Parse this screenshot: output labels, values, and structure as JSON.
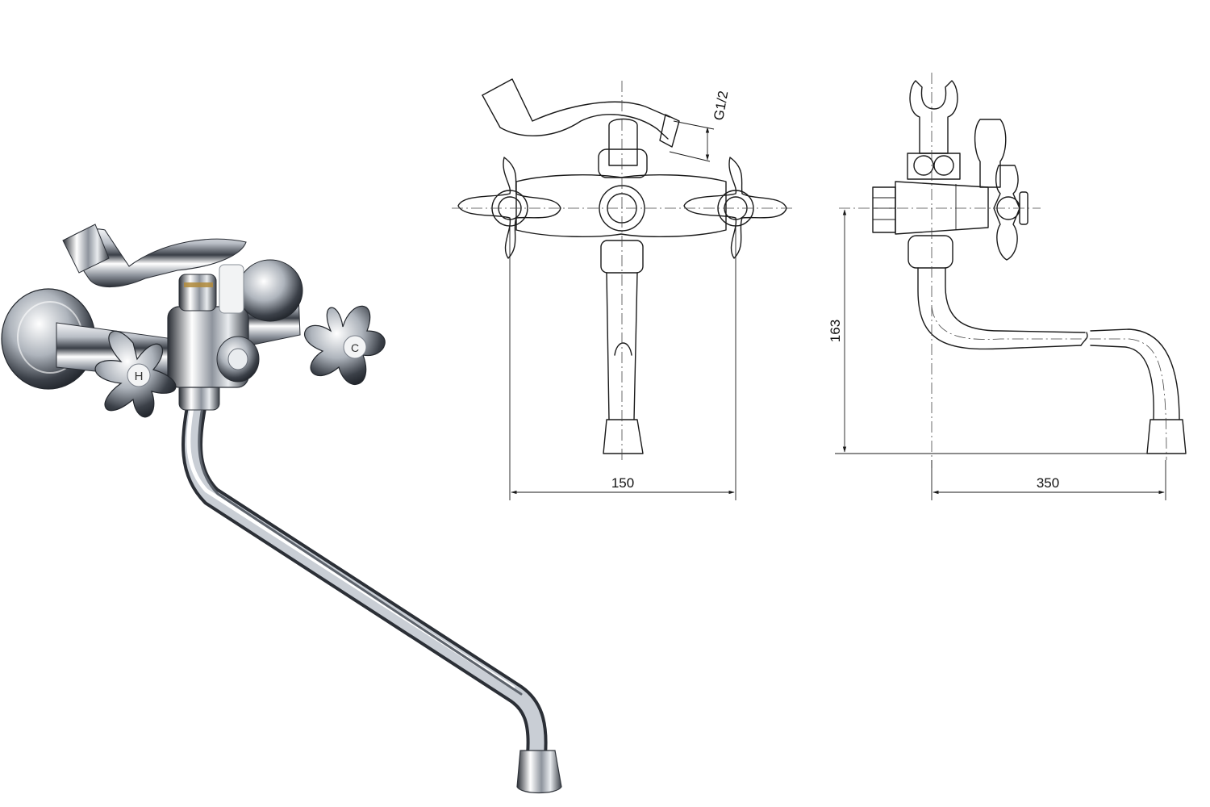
{
  "product_photo": {
    "markings": {
      "hot": "H",
      "cold": "C"
    }
  },
  "drawing": {
    "thread_label": "G1/2",
    "front_view": {
      "width_label": "150"
    },
    "side_view": {
      "height_label": "163",
      "length_label": "350"
    }
  },
  "colors": {
    "line": "#1a1a1a",
    "chrome_dark": "#2b2f36",
    "chrome_mid": "#9aa1ab",
    "chrome_light": "#f4f6f8",
    "brass": "#b08a3a"
  }
}
